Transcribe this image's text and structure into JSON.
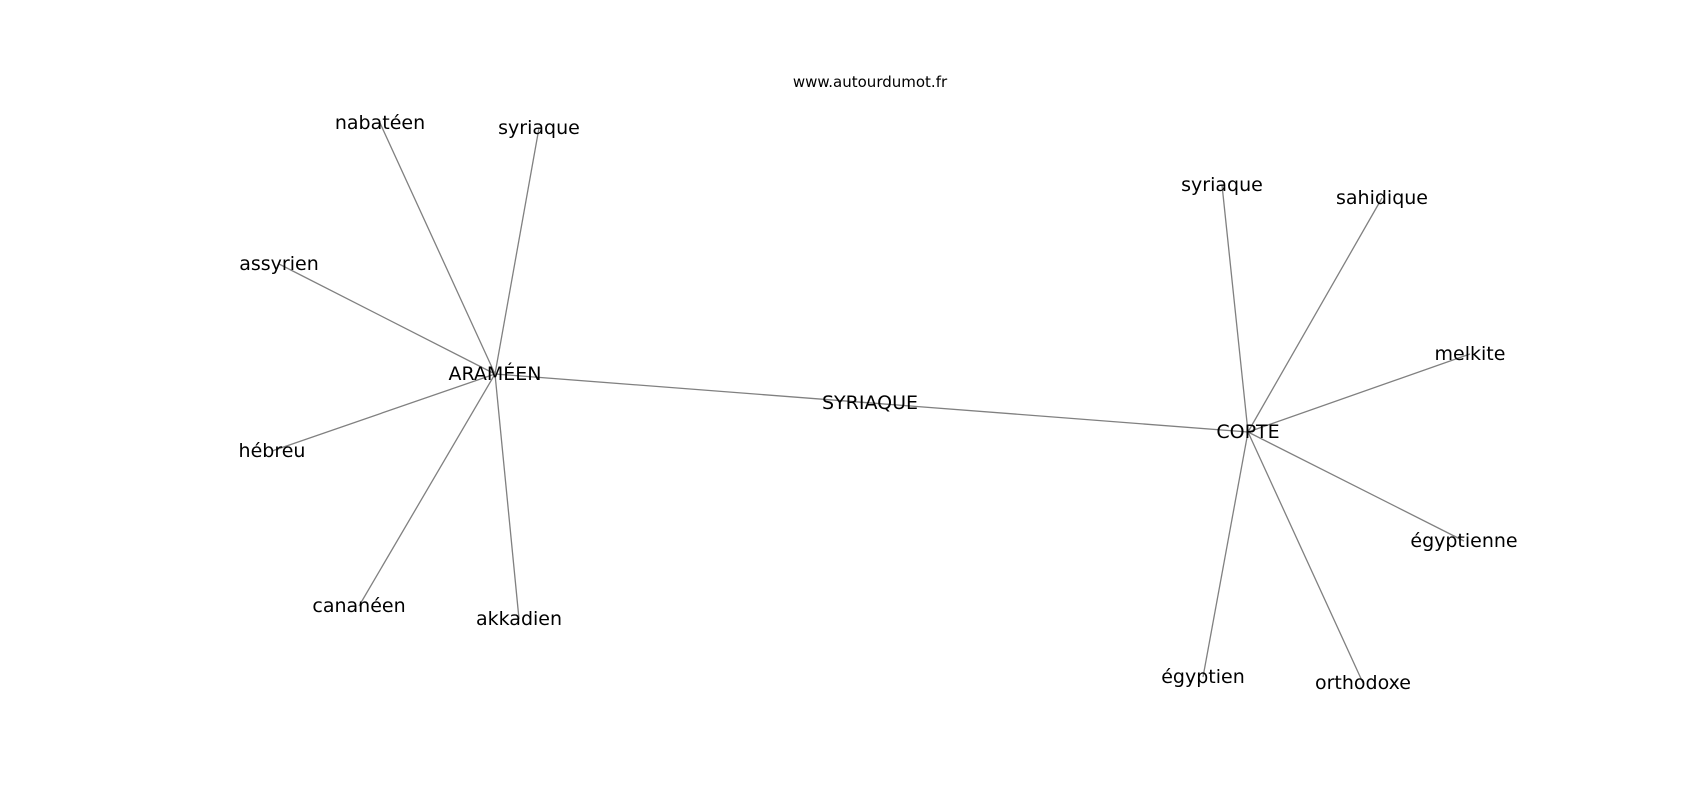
{
  "site": "www.autourdumot.fr",
  "colors": {
    "edge": "#808080",
    "text": "#000000",
    "background": "#ffffff"
  },
  "nodes": [
    {
      "id": "syriaque_center",
      "label": "SYRIAQUE"
    },
    {
      "id": "arameen",
      "label": "ARAMÉEN"
    },
    {
      "id": "copte",
      "label": "COPTE"
    },
    {
      "id": "nabateen",
      "label": "nabatéen"
    },
    {
      "id": "syriaque_a",
      "label": "syriaque"
    },
    {
      "id": "assyrien",
      "label": "assyrien"
    },
    {
      "id": "hebreu",
      "label": "hébreu"
    },
    {
      "id": "cananeen",
      "label": "cananéen"
    },
    {
      "id": "akkadien",
      "label": "akkadien"
    },
    {
      "id": "syriaque_c",
      "label": "syriaque"
    },
    {
      "id": "sahidique",
      "label": "sahidique"
    },
    {
      "id": "melkite",
      "label": "melkite"
    },
    {
      "id": "egyptienne",
      "label": "égyptienne"
    },
    {
      "id": "orthodoxe",
      "label": "orthodoxe"
    },
    {
      "id": "egyptien",
      "label": "égyptien"
    }
  ],
  "edges": [
    [
      "arameen",
      "copte"
    ],
    [
      "arameen",
      "nabateen"
    ],
    [
      "arameen",
      "syriaque_a"
    ],
    [
      "arameen",
      "assyrien"
    ],
    [
      "arameen",
      "hebreu"
    ],
    [
      "arameen",
      "cananeen"
    ],
    [
      "arameen",
      "akkadien"
    ],
    [
      "copte",
      "syriaque_c"
    ],
    [
      "copte",
      "sahidique"
    ],
    [
      "copte",
      "melkite"
    ],
    [
      "copte",
      "egyptienne"
    ],
    [
      "copte",
      "orthodoxe"
    ],
    [
      "copte",
      "egyptien"
    ]
  ]
}
